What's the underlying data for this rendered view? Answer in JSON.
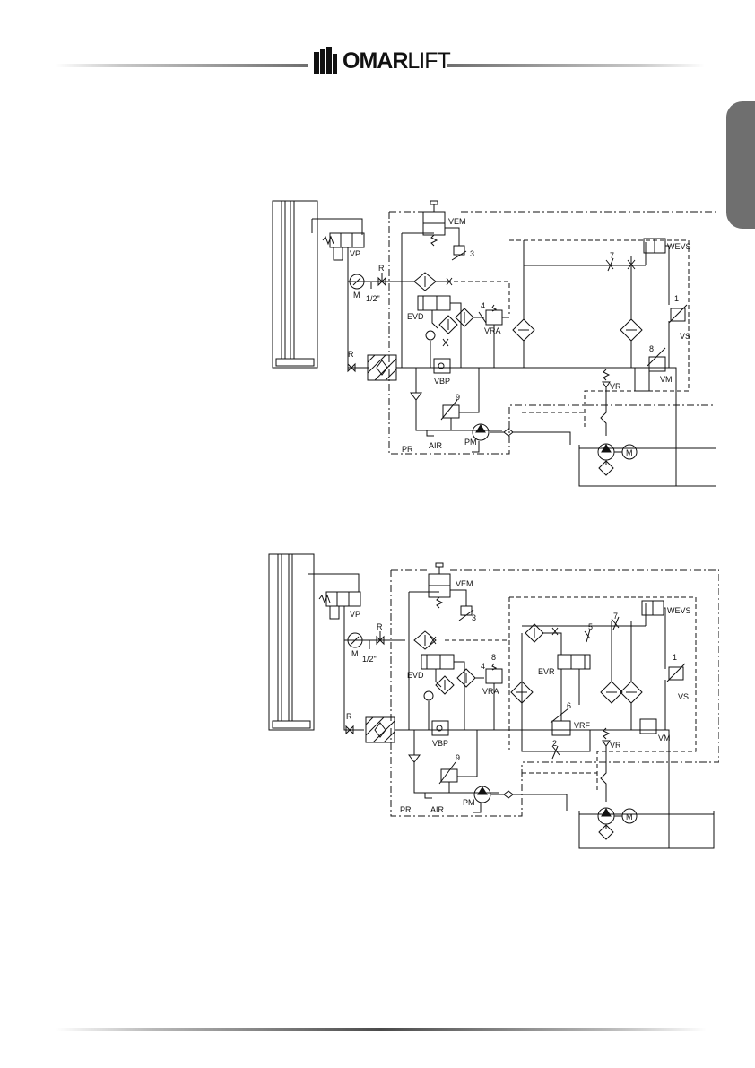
{
  "header": {
    "brand_bold": "OMAR",
    "brand_light": "LIFT"
  },
  "diagram_top": {
    "labels": {
      "vem": "VEM",
      "wevs": "WEVS",
      "vp": "VP",
      "m": "M",
      "r1": "R",
      "half": "1/2\"",
      "evd": "EVD",
      "vra": "VRA",
      "vs": "VS",
      "vbp": "VBP",
      "vm": "VM",
      "vr": "VR",
      "r2": "R",
      "air": "AIR",
      "pm": "PM",
      "pr": "PR",
      "motor": "M",
      "n1": "1",
      "n3": "3",
      "n4": "4",
      "n7": "7",
      "n8": "8",
      "n9": "9"
    }
  },
  "diagram_bottom": {
    "labels": {
      "vem": "VEM",
      "wevs": "WEVS",
      "vp": "VP",
      "m": "M",
      "r1": "R",
      "half": "1/2\"",
      "evd": "EVD",
      "vra": "VRA",
      "evr": "EVR",
      "vs": "VS",
      "vbp": "VBP",
      "vrf": "VRF",
      "vr": "VR",
      "vm": "VM",
      "r2": "R",
      "air": "AIR",
      "pm": "PM",
      "pr": "PR",
      "motor": "M",
      "n1": "1",
      "n2": "2",
      "n3": "3",
      "n5": "5",
      "n6": "6",
      "n7": "7",
      "n8": "8",
      "n9": "9"
    }
  }
}
